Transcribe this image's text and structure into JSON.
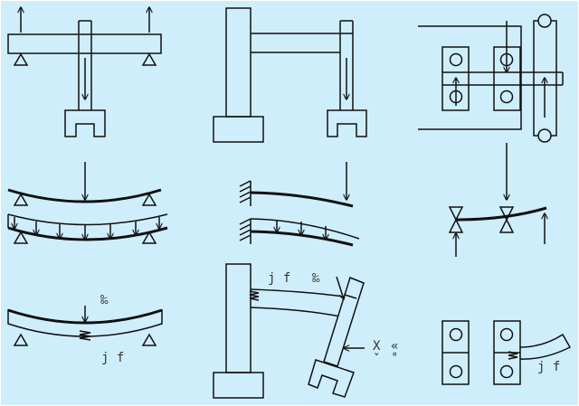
{
  "colors": {
    "background": "#cfeefc",
    "stroke": "#111111",
    "label": "#333333"
  },
  "labels": {
    "p7_jf": "j f",
    "p7_sym": "‰",
    "p8_jf": "j f",
    "p8_sym": "‰",
    "p8_x": "X",
    "p8_guillemet": "«",
    "p8_caron": "ˇ",
    "p8_ring": "˚",
    "p9_jf": "j f"
  }
}
